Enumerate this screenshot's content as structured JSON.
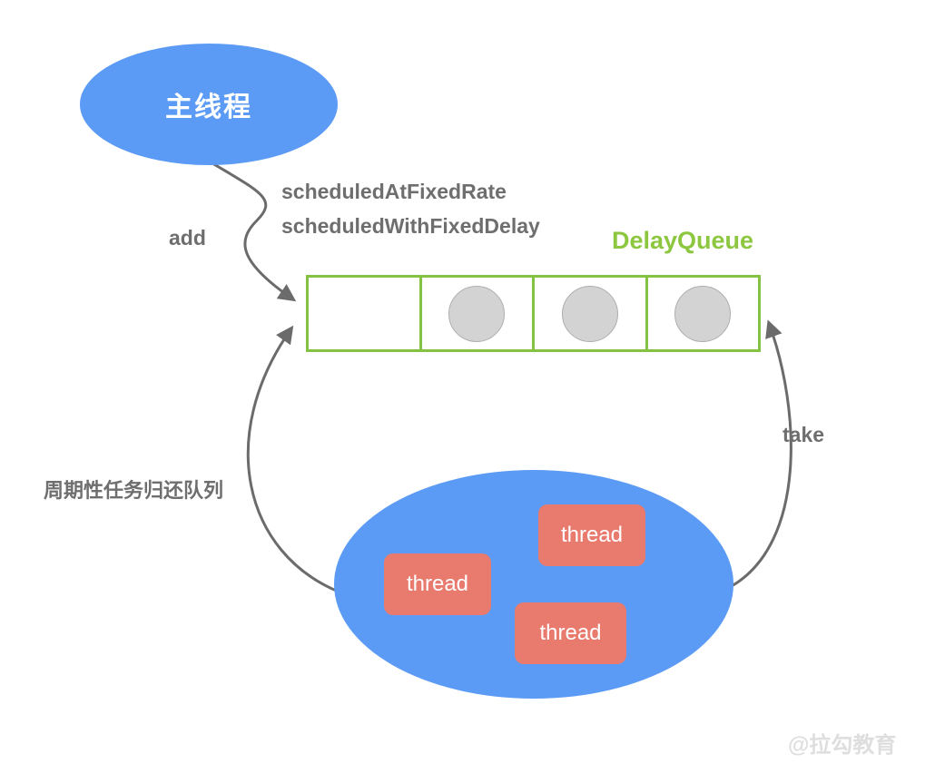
{
  "main_thread": {
    "label": "主线程"
  },
  "labels": {
    "add": "add",
    "scheduled_at_fixed_rate": "scheduledAtFixedRate",
    "scheduled_with_fixed_delay": "scheduledWithFixedDelay",
    "delay_queue": "DelayQueue",
    "take": "take",
    "return_to_queue": "周期性任务归还队列"
  },
  "queue": {
    "cells": [
      {
        "filled": false
      },
      {
        "filled": true
      },
      {
        "filled": true
      },
      {
        "filled": true
      }
    ]
  },
  "thread_pool": {
    "threads": [
      {
        "label": "thread"
      },
      {
        "label": "thread"
      },
      {
        "label": "thread"
      }
    ]
  },
  "watermark": "@拉勾教育",
  "colors": {
    "node_blue": "#5b9bf5",
    "queue_green": "#84c341",
    "delayqueue_label_green": "#8dc63f",
    "thread_salmon": "#e87a6e",
    "task_circle_gray": "#d3d3d3",
    "arrow_gray": "#6b6b6b",
    "label_gray": "#6e6e6e",
    "watermark_gray": "#dedede"
  }
}
